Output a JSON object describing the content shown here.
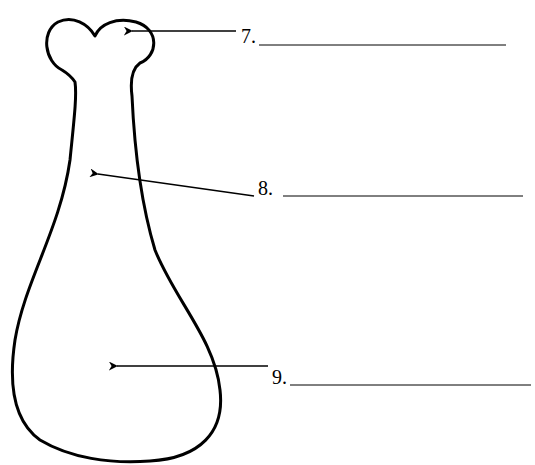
{
  "diagram": {
    "labels": [
      "7.",
      "8.",
      "9."
    ]
  }
}
